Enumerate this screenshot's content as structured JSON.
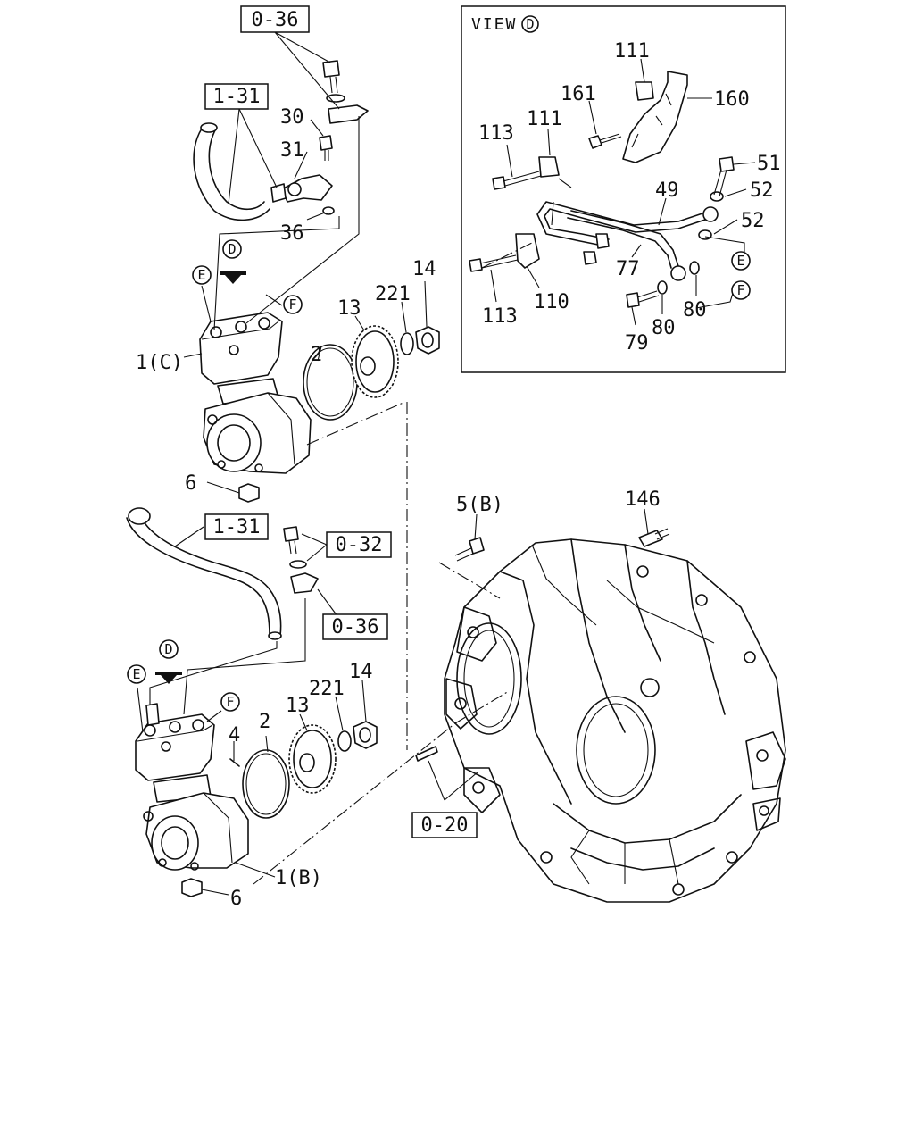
{
  "view_panel": {
    "title": "VIEW",
    "marker": "D"
  },
  "reference_boxes": {
    "ref_0_36_top": "0-36",
    "ref_1_31_top": "1-31",
    "ref_1_31_mid": "1-31",
    "ref_0_32": "0-32",
    "ref_0_36_mid": "0-36",
    "ref_0_20": "0-20"
  },
  "circle_markers": {
    "d_upper": "D",
    "e_upper": "E",
    "f_upper": "F",
    "d_lower": "D",
    "e_lower": "E",
    "f_lower": "F",
    "e_view": "E",
    "f_view": "F"
  },
  "part_labels": {
    "p30": "30",
    "p31": "31",
    "p36": "36",
    "p1c": "1(C)",
    "p2_upper": "2",
    "p13_upper": "13",
    "p221_upper": "221",
    "p14_upper": "14",
    "p6_upper": "6",
    "p5b": "5(B)",
    "p146": "146",
    "p4": "4",
    "p2_lower": "2",
    "p13_lower": "13",
    "p221_lower": "221",
    "p14_lower": "14",
    "p1b": "1(B)",
    "p6_lower": "6",
    "v111_top": "111",
    "v160": "160",
    "v161": "161",
    "v113_top": "113",
    "v111_mid": "111",
    "v51": "51",
    "v52_top": "52",
    "v49": "49",
    "v52_mid": "52",
    "v77": "77",
    "v113_bottom": "113",
    "v110": "110",
    "v79": "79",
    "v80_left": "80",
    "v80_right": "80"
  }
}
